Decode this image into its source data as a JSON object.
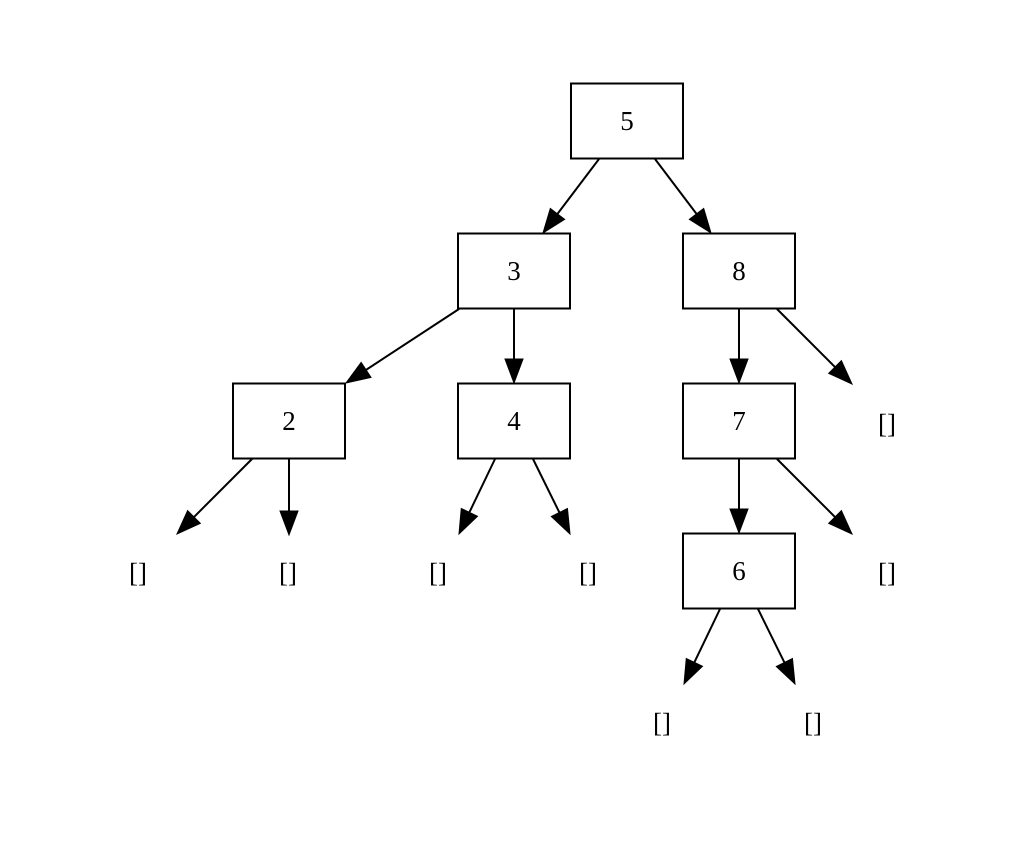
{
  "tree": {
    "nodes": [
      {
        "id": "n5",
        "label": "5",
        "type": "box"
      },
      {
        "id": "n3",
        "label": "3",
        "type": "box"
      },
      {
        "id": "n8",
        "label": "8",
        "type": "box"
      },
      {
        "id": "n2",
        "label": "2",
        "type": "box"
      },
      {
        "id": "n4",
        "label": "4",
        "type": "box"
      },
      {
        "id": "n7",
        "label": "7",
        "type": "box"
      },
      {
        "id": "e8r",
        "label": "[]",
        "type": "leaf"
      },
      {
        "id": "e2l",
        "label": "[]",
        "type": "leaf"
      },
      {
        "id": "e2r",
        "label": "[]",
        "type": "leaf"
      },
      {
        "id": "e4l",
        "label": "[]",
        "type": "leaf"
      },
      {
        "id": "e4r",
        "label": "[]",
        "type": "leaf"
      },
      {
        "id": "n6",
        "label": "6",
        "type": "box"
      },
      {
        "id": "e7r",
        "label": "[]",
        "type": "leaf"
      },
      {
        "id": "e6l",
        "label": "[]",
        "type": "leaf"
      },
      {
        "id": "e6r",
        "label": "[]",
        "type": "leaf"
      }
    ],
    "edges": [
      {
        "from": "n5",
        "to": "n3"
      },
      {
        "from": "n5",
        "to": "n8"
      },
      {
        "from": "n3",
        "to": "n2"
      },
      {
        "from": "n3",
        "to": "n4"
      },
      {
        "from": "n8",
        "to": "n7"
      },
      {
        "from": "n8",
        "to": "e8r"
      },
      {
        "from": "n2",
        "to": "e2l"
      },
      {
        "from": "n2",
        "to": "e2r"
      },
      {
        "from": "n4",
        "to": "e4l"
      },
      {
        "from": "n4",
        "to": "e4r"
      },
      {
        "from": "n7",
        "to": "n6"
      },
      {
        "from": "n7",
        "to": "e7r"
      },
      {
        "from": "n6",
        "to": "e6l"
      },
      {
        "from": "n6",
        "to": "e6r"
      }
    ]
  }
}
